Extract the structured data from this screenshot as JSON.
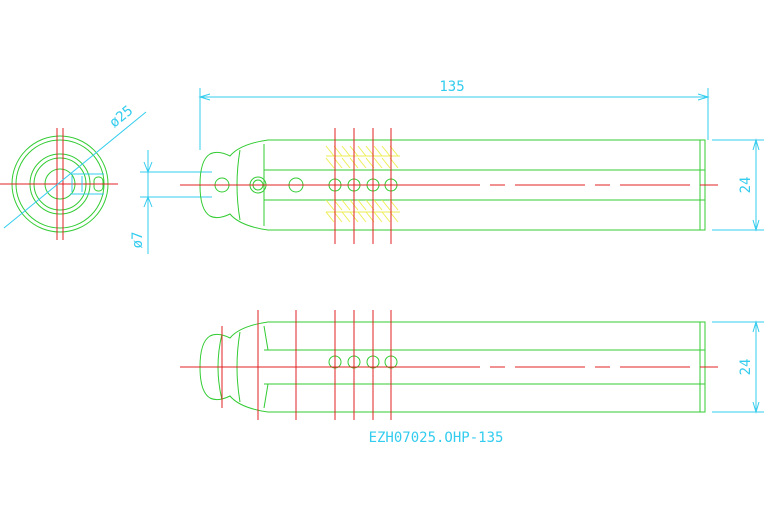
{
  "colors": {
    "background": "#ffffff",
    "outline": "#33cc33",
    "centerline": "#e02020",
    "dimension": "#33ccee",
    "hatch": "#eeee55"
  },
  "dimensions": {
    "overall_length": "135",
    "diameter_outer": "ø25",
    "diameter_hole": "ø7",
    "height_top_view": "24",
    "height_side_view": "24"
  },
  "part_number": "EZH07025.OHP-135"
}
